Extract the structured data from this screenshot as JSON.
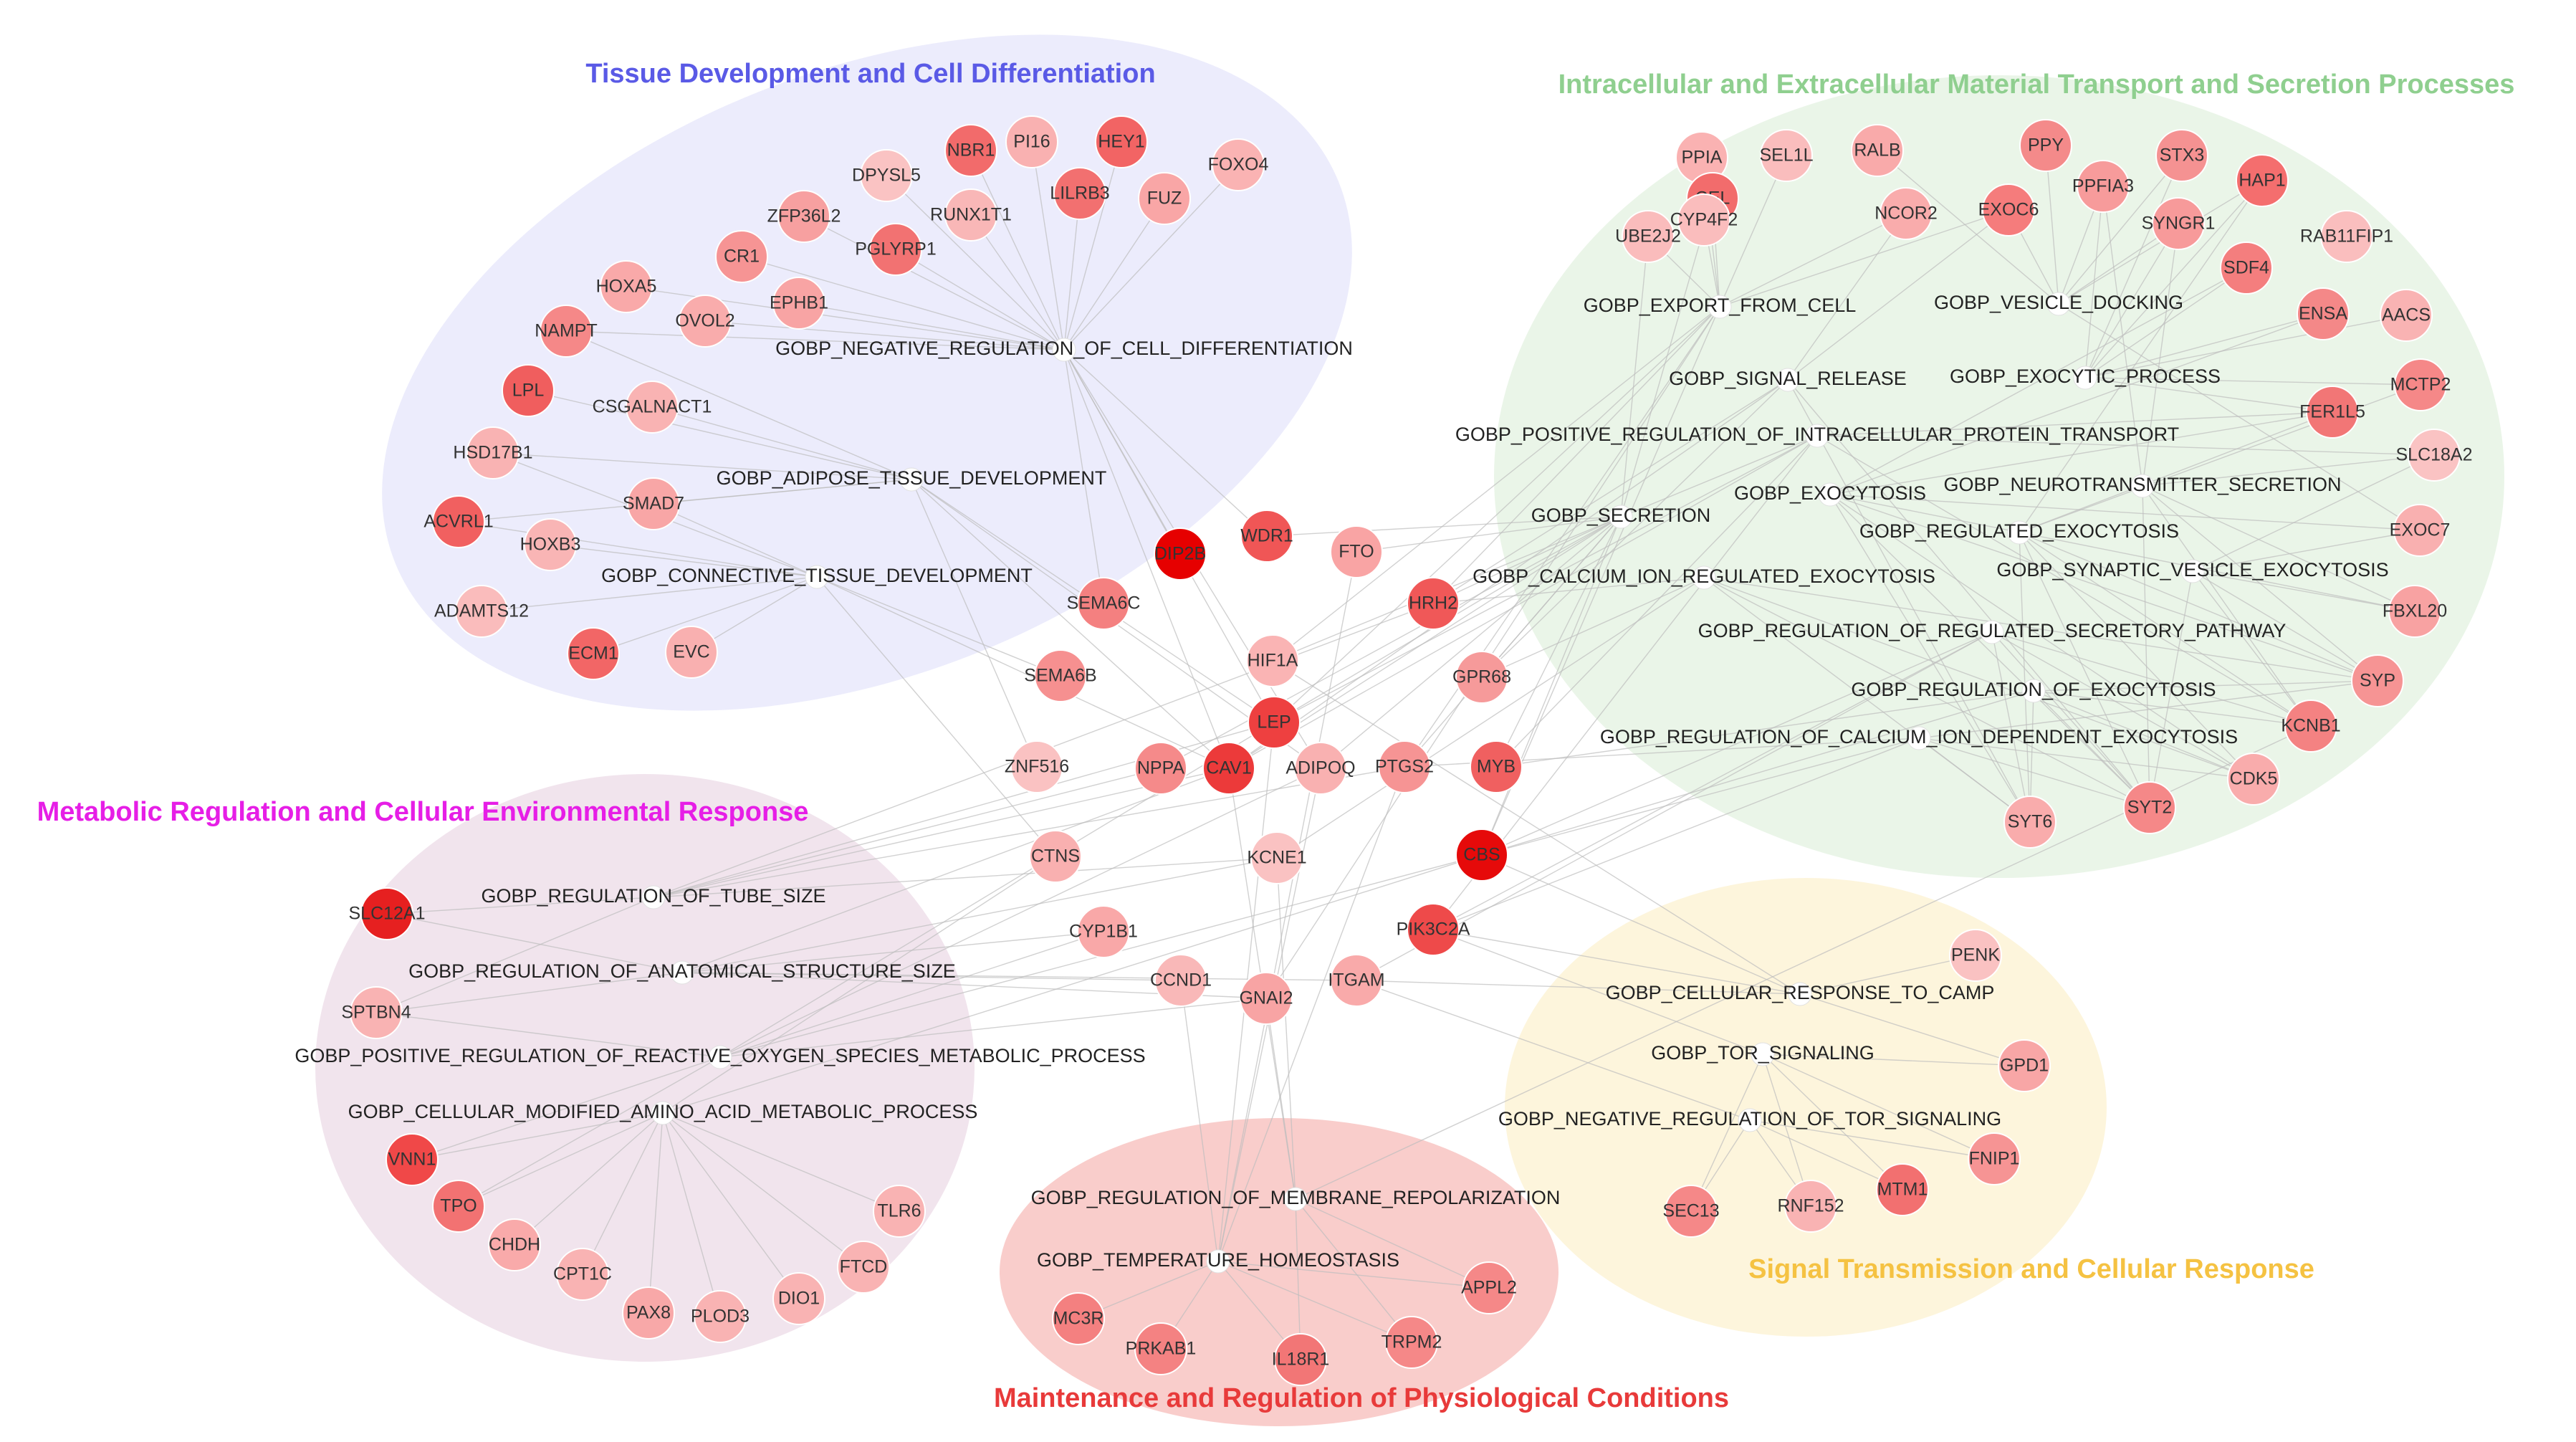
{
  "clusters": [
    {
      "id": "tissue",
      "title": "Tissue Development and Cell Differentiation",
      "color": "#5a5ae6",
      "fill": "#e9e9fb"
    },
    {
      "id": "transport",
      "title": "Intracellular and Extracellular Material Transport and Secretion Processes",
      "color": "#8fcf8f",
      "fill": "#e6f3e4"
    },
    {
      "id": "metabolic",
      "title": "Metabolic Regulation and Cellular Environmental Response",
      "color": "#e61ee6",
      "fill": "#eedfea"
    },
    {
      "id": "signal",
      "title": "Signal Transmission and Cellular Response",
      "color": "#f5c242",
      "fill": "#fdf3d6"
    },
    {
      "id": "physio",
      "title": "Maintenance and Regulation of Physiological Conditions",
      "color": "#e83a3a",
      "fill": "#f8c4c2"
    }
  ],
  "terms": [
    {
      "id": "t_neg_diff",
      "label": "GOBP_NEGATIVE_REGULATION_OF_CELL_DIFFERENTIATION"
    },
    {
      "id": "t_adipose",
      "label": "GOBP_ADIPOSE_TISSUE_DEVELOPMENT"
    },
    {
      "id": "t_connective",
      "label": "GOBP_CONNECTIVE_TISSUE_DEVELOPMENT"
    },
    {
      "id": "t_export",
      "label": "GOBP_EXPORT_FROM_CELL"
    },
    {
      "id": "t_docking",
      "label": "GOBP_VESICLE_DOCKING"
    },
    {
      "id": "t_signal_rel",
      "label": "GOBP_SIGNAL_RELEASE"
    },
    {
      "id": "t_exocytic",
      "label": "GOBP_EXOCYTIC_PROCESS"
    },
    {
      "id": "t_pos_transport",
      "label": "GOBP_POSITIVE_REGULATION_OF_INTRACELLULAR_PROTEIN_TRANSPORT"
    },
    {
      "id": "t_exocytosis",
      "label": "GOBP_EXOCYTOSIS"
    },
    {
      "id": "t_neurotrans",
      "label": "GOBP_NEUROTRANSMITTER_SECRETION"
    },
    {
      "id": "t_secretion",
      "label": "GOBP_SECRETION"
    },
    {
      "id": "t_reg_exo",
      "label": "GOBP_REGULATED_EXOCYTOSIS"
    },
    {
      "id": "t_calcium_exo",
      "label": "GOBP_CALCIUM_ION_REGULATED_EXOCYTOSIS"
    },
    {
      "id": "t_synaptic",
      "label": "GOBP_SYNAPTIC_VESICLE_EXOCYTOSIS"
    },
    {
      "id": "t_reg_secretory",
      "label": "GOBP_REGULATION_OF_REGULATED_SECRETORY_PATHWAY"
    },
    {
      "id": "t_reg_exocytosis",
      "label": "GOBP_REGULATION_OF_EXOCYTOSIS"
    },
    {
      "id": "t_reg_calcium",
      "label": "GOBP_REGULATION_OF_CALCIUM_ION_DEPENDENT_EXOCYTOSIS"
    },
    {
      "id": "t_tube",
      "label": "GOBP_REGULATION_OF_TUBE_SIZE"
    },
    {
      "id": "t_anatomical",
      "label": "GOBP_REGULATION_OF_ANATOMICAL_STRUCTURE_SIZE"
    },
    {
      "id": "t_ros",
      "label": "GOBP_POSITIVE_REGULATION_OF_REACTIVE_OXYGEN_SPECIES_METABOLIC_PROCESS"
    },
    {
      "id": "t_amino",
      "label": "GOBP_CELLULAR_MODIFIED_AMINO_ACID_METABOLIC_PROCESS"
    },
    {
      "id": "t_camp",
      "label": "GOBP_CELLULAR_RESPONSE_TO_CAMP"
    },
    {
      "id": "t_tor",
      "label": "GOBP_TOR_SIGNALING"
    },
    {
      "id": "t_neg_tor",
      "label": "GOBP_NEGATIVE_REGULATION_OF_TOR_SIGNALING"
    },
    {
      "id": "t_membrane",
      "label": "GOBP_REGULATION_OF_MEMBRANE_REPOLARIZATION"
    },
    {
      "id": "t_temp",
      "label": "GOBP_TEMPERATURE_HOMEOSTASIS"
    }
  ],
  "genes": [
    {
      "label": "NBR1",
      "color": "#f26b6b"
    },
    {
      "label": "PI16",
      "color": "#f9b1b1"
    },
    {
      "label": "HEY1",
      "color": "#f26464"
    },
    {
      "label": "DPYSL5",
      "color": "#fac3c3"
    },
    {
      "label": "LILRB3",
      "color": "#f27070"
    },
    {
      "label": "FUZ",
      "color": "#f9a6a6"
    },
    {
      "label": "FOXO4",
      "color": "#fab3b3"
    },
    {
      "label": "RUNX1T1",
      "color": "#f9b7b7"
    },
    {
      "label": "ZFP36L2",
      "color": "#f7a0a0"
    },
    {
      "label": "PGLYRP1",
      "color": "#f27272"
    },
    {
      "label": "CR1",
      "color": "#f69494"
    },
    {
      "label": "HOXA5",
      "color": "#f9a9a9"
    },
    {
      "label": "EPHB1",
      "color": "#f8a4a4"
    },
    {
      "label": "OVOL2",
      "color": "#f9acac"
    },
    {
      "label": "NAMPT",
      "color": "#f58888"
    },
    {
      "label": "LPL",
      "color": "#f05e5e"
    },
    {
      "label": "CSGALNACT1",
      "color": "#f9b3b3"
    },
    {
      "label": "HSD17B1",
      "color": "#f9b3b3"
    },
    {
      "label": "SMAD7",
      "color": "#f8a6a6"
    },
    {
      "label": "ACVRL1",
      "color": "#f16060"
    },
    {
      "label": "HOXB3",
      "color": "#f9b5b5"
    },
    {
      "label": "ADAMTS12",
      "color": "#fabcbc"
    },
    {
      "label": "ECM1",
      "color": "#f26666"
    },
    {
      "label": "EVC",
      "color": "#f9b0b0"
    },
    {
      "label": "PPIA",
      "color": "#fab2b2"
    },
    {
      "label": "SEL1L",
      "color": "#fabdbd"
    },
    {
      "label": "RALB",
      "color": "#f9aaaa"
    },
    {
      "label": "PPY",
      "color": "#f48a8a"
    },
    {
      "label": "STX3",
      "color": "#f59292"
    },
    {
      "label": "CEL",
      "color": "#f26c6c"
    },
    {
      "label": "CYP4F2",
      "color": "#fabdbd"
    },
    {
      "label": "NCOR2",
      "color": "#f9acac"
    },
    {
      "label": "EXOC6",
      "color": "#f57c7c"
    },
    {
      "label": "PPFIA3",
      "color": "#f79b9b"
    },
    {
      "label": "HAP1",
      "color": "#f46e6e"
    },
    {
      "label": "UBE2J2",
      "color": "#fabcbc"
    },
    {
      "label": "SYNGR1",
      "color": "#f79a9a"
    },
    {
      "label": "RAB11FIP1",
      "color": "#fabebe"
    },
    {
      "label": "SDF4",
      "color": "#f47e7e"
    },
    {
      "label": "ENSA",
      "color": "#f48888"
    },
    {
      "label": "AACS",
      "color": "#f9b3b3"
    },
    {
      "label": "MCTP2",
      "color": "#f58888"
    },
    {
      "label": "FER1L5",
      "color": "#f27676"
    },
    {
      "label": "SLC18A2",
      "color": "#fac3c3"
    },
    {
      "label": "EXOC7",
      "color": "#f9b0b0"
    },
    {
      "label": "FBXL20",
      "color": "#f8a2a2"
    },
    {
      "label": "SYP",
      "color": "#f69494"
    },
    {
      "label": "KCNB1",
      "color": "#f48282"
    },
    {
      "label": "CDK5",
      "color": "#f9acac"
    },
    {
      "label": "SYT2",
      "color": "#f58888"
    },
    {
      "label": "SYT6",
      "color": "#f9acac"
    },
    {
      "label": "DIP2B",
      "color": "#e60000"
    },
    {
      "label": "WDR1",
      "color": "#f05656"
    },
    {
      "label": "FTO",
      "color": "#f9a4a4"
    },
    {
      "label": "SEMA6C",
      "color": "#f48080"
    },
    {
      "label": "HRH2",
      "color": "#f05858"
    },
    {
      "label": "HIF1A",
      "color": "#fab4b4"
    },
    {
      "label": "SEMA6B",
      "color": "#f69090"
    },
    {
      "label": "GPR68",
      "color": "#f69a9a"
    },
    {
      "label": "LEP",
      "color": "#ee4040"
    },
    {
      "label": "ZNF516",
      "color": "#fac2c2"
    },
    {
      "label": "NPPA",
      "color": "#f58a8a"
    },
    {
      "label": "CAV1",
      "color": "#ec3a3a"
    },
    {
      "label": "ADIPOQ",
      "color": "#f9b1b1"
    },
    {
      "label": "PTGS2",
      "color": "#f69494"
    },
    {
      "label": "MYB",
      "color": "#f06060"
    },
    {
      "label": "CTNS",
      "color": "#f9b0b0"
    },
    {
      "label": "KCNE1",
      "color": "#fac2c2"
    },
    {
      "label": "CBS",
      "color": "#e60a0a"
    },
    {
      "label": "CYP1B1",
      "color": "#f9a8a8"
    },
    {
      "label": "PIK3C2A",
      "color": "#ee4a4a"
    },
    {
      "label": "CCND1",
      "color": "#f9b8b8"
    },
    {
      "label": "GNAI2",
      "color": "#f8a4a4"
    },
    {
      "label": "ITGAM",
      "color": "#f9aaaa"
    },
    {
      "label": "SLC12A1",
      "color": "#e62020"
    },
    {
      "label": "SPTBN4",
      "color": "#f9b3b3"
    },
    {
      "label": "VNN1",
      "color": "#f04848"
    },
    {
      "label": "TPO",
      "color": "#f27272"
    },
    {
      "label": "TLR6",
      "color": "#f9b3b3"
    },
    {
      "label": "CHDH",
      "color": "#f9aaaa"
    },
    {
      "label": "CPT1C",
      "color": "#f9b3b3"
    },
    {
      "label": "FTCD",
      "color": "#f9b3b3"
    },
    {
      "label": "PAX8",
      "color": "#f8a8a8"
    },
    {
      "label": "PLOD3",
      "color": "#f9b3b3"
    },
    {
      "label": "DIO1",
      "color": "#f9b3b3"
    },
    {
      "label": "PENK",
      "color": "#fac2c2"
    },
    {
      "label": "GPD1",
      "color": "#f8a6a6"
    },
    {
      "label": "FNIP1",
      "color": "#f69494"
    },
    {
      "label": "MTM1",
      "color": "#f27070"
    },
    {
      "label": "SEC13",
      "color": "#f58888"
    },
    {
      "label": "RNF152",
      "color": "#f9b3b3"
    },
    {
      "label": "APPL2",
      "color": "#f58888"
    },
    {
      "label": "MC3R",
      "color": "#f48080"
    },
    {
      "label": "PRKAB1",
      "color": "#f48282"
    },
    {
      "label": "IL18R1",
      "color": "#f27676"
    },
    {
      "label": "TRPM2",
      "color": "#f58888"
    }
  ]
}
